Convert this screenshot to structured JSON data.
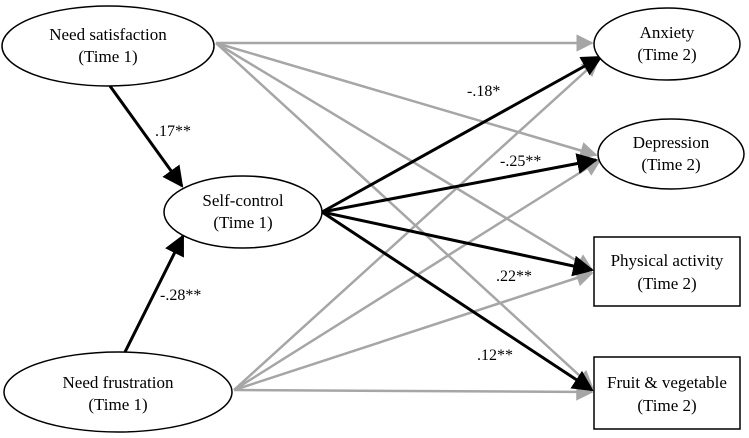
{
  "nodes": {
    "need_satisfaction": {
      "line1": "Need satisfaction",
      "line2": "(Time 1)"
    },
    "need_frustration": {
      "line1": "Need frustration",
      "line2": "(Time 1)"
    },
    "self_control": {
      "line1": "Self-control",
      "line2": "(Time 1)"
    },
    "anxiety": {
      "line1": "Anxiety",
      "line2": "(Time 2)"
    },
    "depression": {
      "line1": "Depression",
      "line2": "(Time 2)"
    },
    "physical_activity": {
      "line1": "Physical activity",
      "line2": "(Time 2)"
    },
    "fruit_vegetable": {
      "line1": "Fruit & vegetable",
      "line2": "(Time 2)"
    }
  },
  "coefficients": {
    "satisfaction_to_selfcontrol": ".17**",
    "frustration_to_selfcontrol": "-.28**",
    "selfcontrol_to_anxiety": "-.18*",
    "selfcontrol_to_depression": "-.25**",
    "selfcontrol_to_physical": ".22**",
    "selfcontrol_to_fruit": ".12**"
  },
  "colors": {
    "significant_path": "#000000",
    "nonsignificant_path": "#a6a6a6"
  }
}
